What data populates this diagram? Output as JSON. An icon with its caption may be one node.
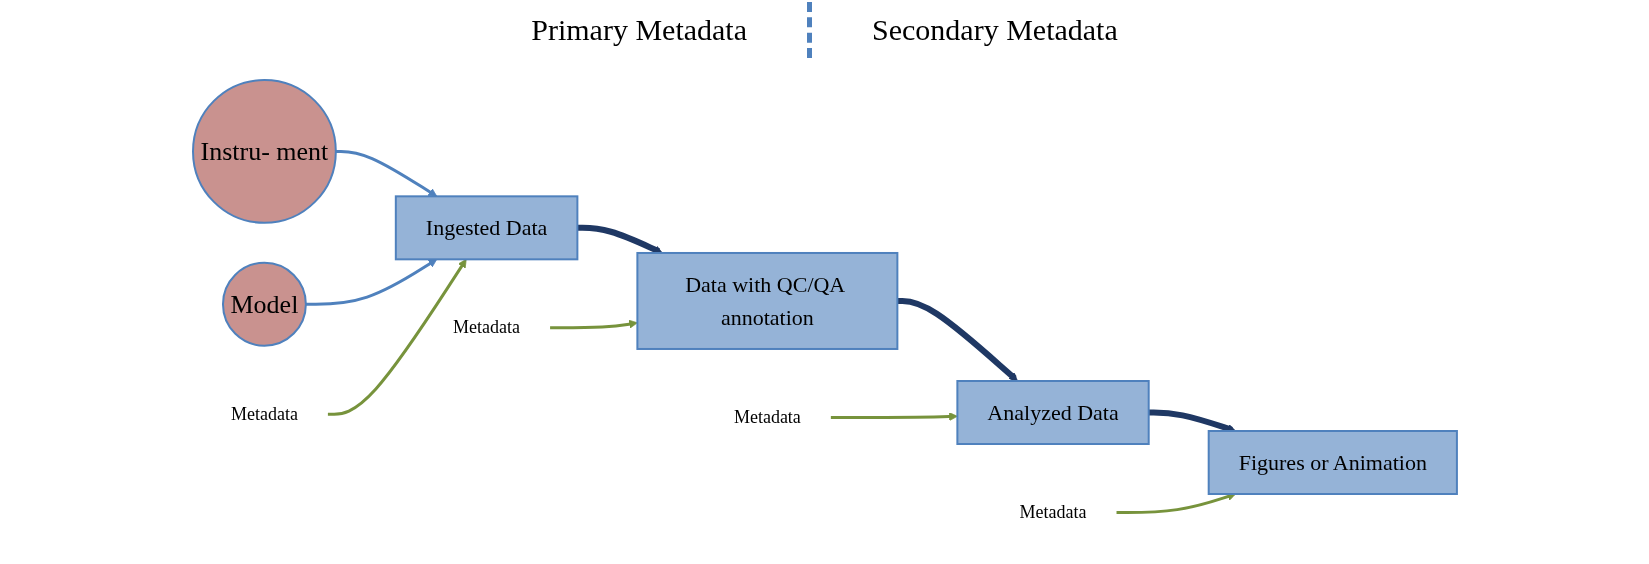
{
  "diagram": {
    "nodes": [
      {
        "text": [
          "Instru- ment"
        ]
      },
      {
        "text": [
          "Model"
        ]
      },
      {
        "text": [
          "Metadata"
        ]
      },
      {
        "text": [
          "Ingested Data"
        ]
      },
      {
        "text": [
          "Metadata"
        ]
      },
      {
        "text": [
          "Data with QC/QA annotation"
        ]
      },
      {
        "text": [
          "Metadata"
        ]
      },
      {
        "text": [
          "Analyzed Data"
        ]
      },
      {
        "text": [
          "Metadata"
        ]
      },
      {
        "text": [
          "Figures or Animation"
        ]
      }
    ],
    "edges": [
      {
        "from": 0,
        "to": 3,
        "arrow": "to",
        "color": "#4f81bd"
      },
      {
        "from": 1,
        "to": 3,
        "arrow": "to",
        "color": "#4f81bd"
      },
      {
        "from": 2,
        "to": 3,
        "arrow": "to",
        "color": "#77933c"
      },
      {
        "from": 3,
        "to": 5,
        "arrow": "to",
        "style": "thick",
        "color": "#1f3864"
      },
      {
        "from": 4,
        "to": 5,
        "arrow": "to",
        "color": "#77933c"
      },
      {
        "from": 5,
        "to": 7,
        "arrow": "to",
        "style": "thick",
        "color": "#1f3864"
      },
      {
        "from": 6,
        "to": 7,
        "arrow": "to",
        "color": "#77933c"
      },
      {
        "from": 7,
        "to": 9,
        "arrow": "to",
        "style": "thick",
        "color": "#1f3864"
      },
      {
        "from": 8,
        "to": 9,
        "arrow": "to",
        "color": "#77933c"
      }
    ],
    "labels": [
      "Primary Metadata",
      "Secondary Metadata"
    ]
  }
}
